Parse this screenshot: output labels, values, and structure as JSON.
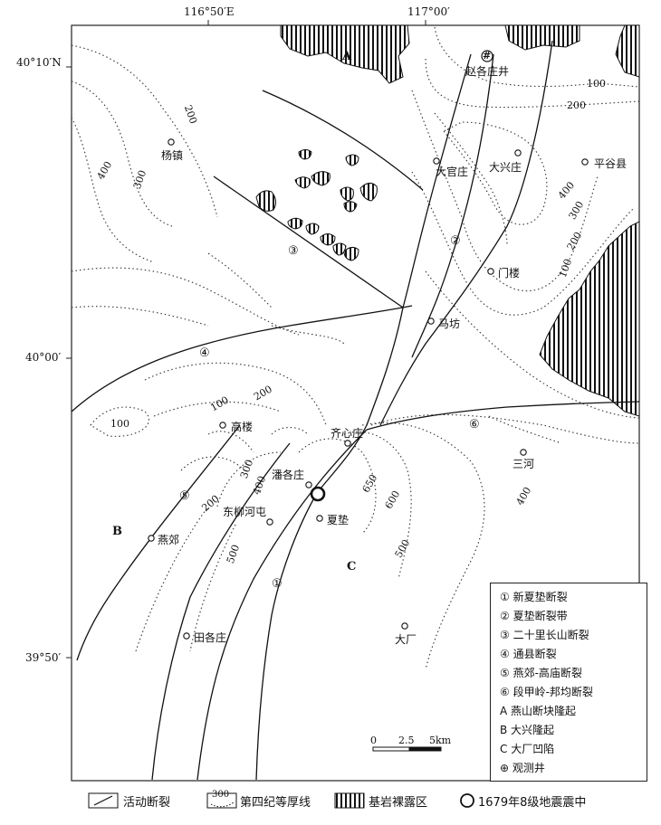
{
  "coords": {
    "lon_left": "116°50′E",
    "lon_right": "117°00′",
    "lat_top": "40°10′N",
    "lat_mid": "40°00′",
    "lat_bottom": "39°50′"
  },
  "places": {
    "zhaogezhuang": "赵各庄井",
    "yangzhen": "杨镇",
    "daguanzhuang": "大官庄",
    "daxingzhuang": "大兴庄",
    "pinggu": "平谷县",
    "menlou": "门楼",
    "mafang": "马坊",
    "gaolou": "高楼",
    "qixinzhuang": "齐心庄",
    "sanhe": "三河",
    "pangezhuang": "潘各庄",
    "dongliuhetun": "东柳河屯",
    "xiadian": "夏垫",
    "yanjiao": "燕郊",
    "tiangezhuang": "田各庄",
    "dachang": "大厂"
  },
  "contours": {
    "c100_ne": "100",
    "c200_ne": "200",
    "c200_nw": "200",
    "c400_nw": "400",
    "c300_nw": "300",
    "c400_e": "400",
    "c300_e": "300",
    "c200_e": "200",
    "c100_e": "100",
    "c100_w": "100",
    "c100_w2": "100",
    "c200_w": "200",
    "c300_c": "300",
    "c400_c": "400",
    "c200_c": "200",
    "c500_c": "500",
    "c650": "650",
    "c600": "600",
    "c500_s": "500",
    "c400_s": "400"
  },
  "fault_numbers": {
    "f1": "①",
    "f2": "②",
    "f3": "③",
    "f4": "④",
    "f5": "⑤",
    "f6": "⑥"
  },
  "regions": {
    "a": "A",
    "b": "B",
    "c": "C"
  },
  "well_symbol": "#",
  "legend": [
    "① 新夏垫断裂",
    "② 夏垫断裂带",
    "③ 二十里长山断裂",
    "④ 通县断裂",
    "⑤ 燕郊-高庙断裂",
    "⑥ 段甲岭-邦均断裂",
    "A  燕山断块隆起",
    "B  大兴隆起",
    "C  大厂凹陷",
    "⊕  观测井"
  ],
  "scale": {
    "zero": "0",
    "mid": "2.5",
    "end": "5km"
  },
  "bottom_legend": {
    "fault": "活动断裂",
    "contour_value": "300",
    "contour": "第四纪等厚线",
    "bedrock": "基岩裸露区",
    "epicenter": "1679年8级地震震中"
  }
}
